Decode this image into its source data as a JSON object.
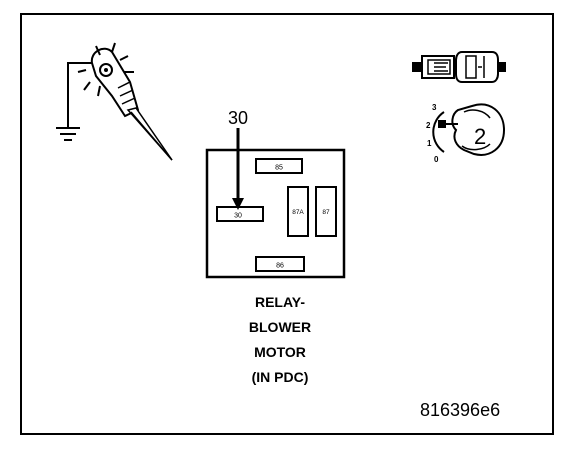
{
  "diagram": {
    "pointer_label": "30",
    "relay_pins": {
      "pin_85": "85",
      "pin_30": "30",
      "pin_87a": "87A",
      "pin_87": "87",
      "pin_86": "86"
    },
    "caption_lines": [
      "RELAY-",
      "BLOWER",
      "MOTOR",
      "(IN PDC)"
    ],
    "meter": {
      "position_labels": [
        "3",
        "2",
        "1",
        "0"
      ],
      "selected_position": "2"
    },
    "figure_id": "816396e6"
  },
  "colors": {
    "ink": "#000000",
    "paper": "#ffffff"
  },
  "icons": [
    "test-light-icon",
    "ground-symbol-icon",
    "test-lead-connector-icon",
    "selector-dial-icon"
  ]
}
